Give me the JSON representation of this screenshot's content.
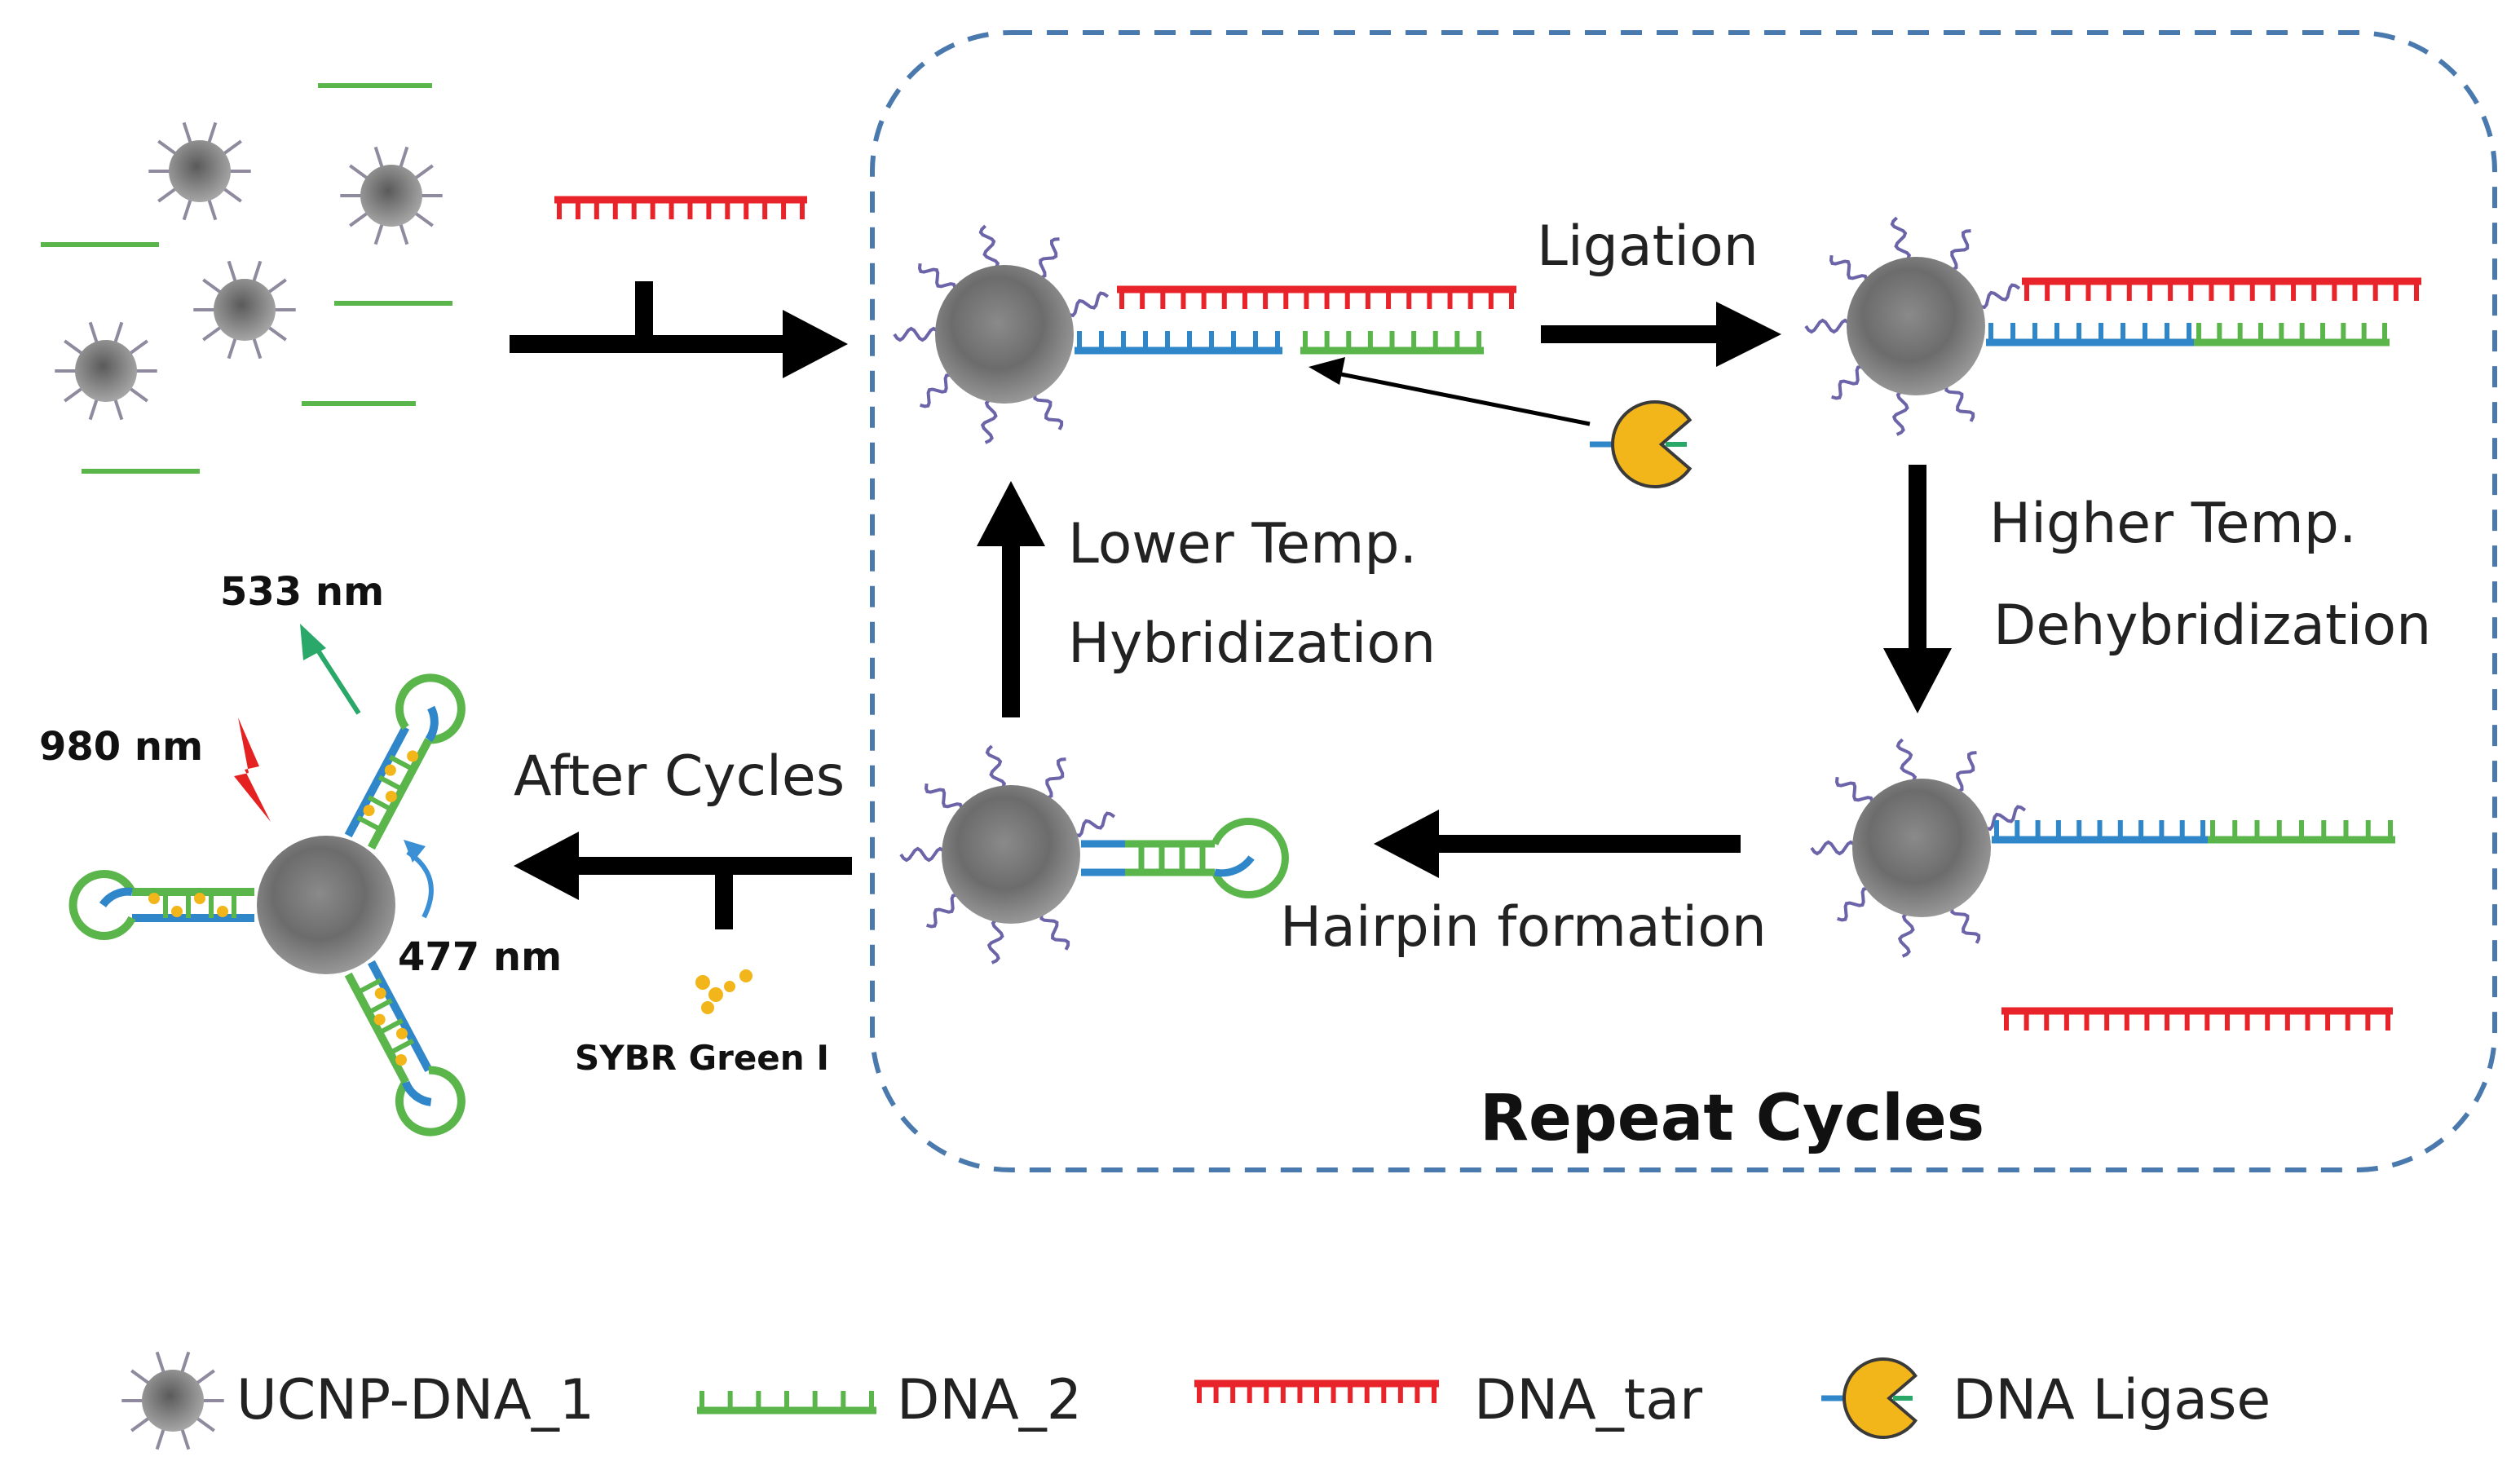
{
  "labels": {
    "ligation": "Ligation",
    "higher_temp": "Higher Temp.",
    "dehybridization": "Dehybridization",
    "lower_temp": "Lower Temp.",
    "hybridization": "Hybridization",
    "hairpin_formation": "Hairpin formation",
    "after_cycles": "After Cycles",
    "repeat_cycles": "Repeat Cycles",
    "sybr": "SYBR Green I",
    "nm_533": "533 nm",
    "nm_980": "980 nm",
    "nm_477": "477 nm"
  },
  "legend": [
    {
      "icon": "ucnp-icon",
      "label": "UCNP-DNA_1"
    },
    {
      "icon": "dna2-icon",
      "label": "DNA_2"
    },
    {
      "icon": "dnatar-icon",
      "label": "DNA_tar"
    },
    {
      "icon": "ligase-icon",
      "label": "DNA Ligase"
    }
  ],
  "colors": {
    "dna_tar": "#e8232a",
    "dna_1": "#2f86c8",
    "dna_2": "#5ab54a",
    "ligase": "#f2b61a",
    "arrow": "#000000",
    "frame": "#4a79ad",
    "emission_533": "#2aa86a",
    "excitation_980": "#e52222",
    "emission_477": "#3b8fd4"
  }
}
